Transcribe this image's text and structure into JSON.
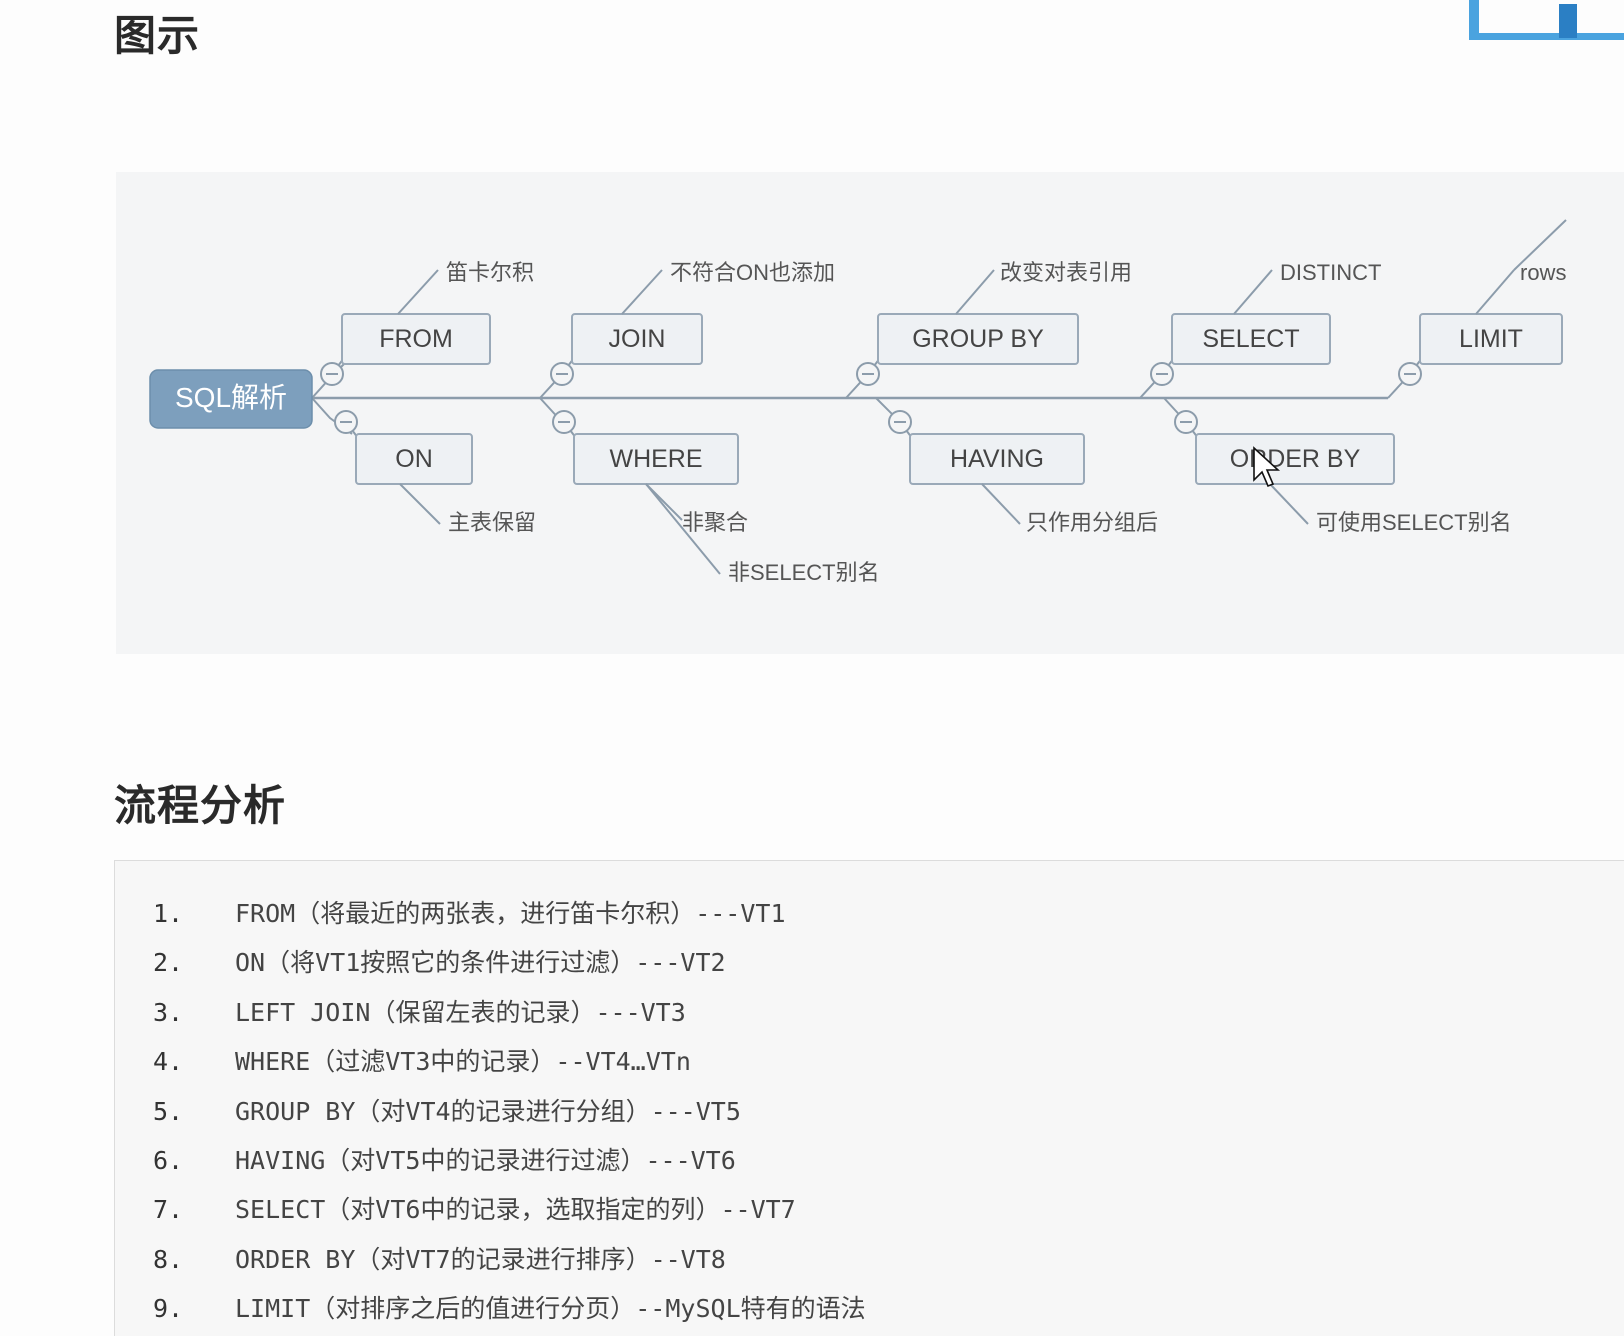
{
  "headings": {
    "diagram": "图示",
    "flow": "流程分析"
  },
  "mindmap": {
    "root": "SQL解析",
    "top_nodes": [
      {
        "label": "FROM",
        "note": "笛卡尔积"
      },
      {
        "label": "JOIN",
        "note": "不符合ON也添加"
      },
      {
        "label": "GROUP BY",
        "note": "改变对表引用"
      },
      {
        "label": "SELECT",
        "note": "DISTINCT"
      },
      {
        "label": "LIMIT",
        "note": "rows"
      }
    ],
    "bottom_nodes": [
      {
        "label": "ON",
        "notes": [
          "主表保留"
        ]
      },
      {
        "label": "WHERE",
        "notes": [
          "非聚合",
          "非SELECT别名"
        ]
      },
      {
        "label": "HAVING",
        "notes": [
          "只作用分组后"
        ]
      },
      {
        "label": "ORDER BY",
        "notes": [
          "可使用SELECT别名"
        ]
      }
    ]
  },
  "flow_steps": [
    {
      "num": "1.",
      "text": "FROM（将最近的两张表，进行笛卡尔积）---VT1"
    },
    {
      "num": "2.",
      "text": "ON（将VT1按照它的条件进行过滤）---VT2"
    },
    {
      "num": "3.",
      "text": "LEFT JOIN（保留左表的记录）---VT3"
    },
    {
      "num": "4.",
      "text": "WHERE（过滤VT3中的记录）--VT4…VTn"
    },
    {
      "num": "5.",
      "text": "GROUP BY（对VT4的记录进行分组）---VT5"
    },
    {
      "num": "6.",
      "text": "HAVING（对VT5中的记录进行过滤）---VT6"
    },
    {
      "num": "7.",
      "text": "SELECT（对VT6中的记录，选取指定的列）--VT7"
    },
    {
      "num": "8.",
      "text": "ORDER BY（对VT7的记录进行排序）--VT8"
    },
    {
      "num": "9.",
      "text": "LIMIT（对排序之后的值进行分页）--MySQL特有的语法"
    }
  ],
  "colors": {
    "root_fill": "#7d9fbd",
    "node_fill": "#eef1f4",
    "node_stroke": "#9aa9b8",
    "line": "#8c9cab",
    "panel_bg": "#f4f5f6"
  }
}
